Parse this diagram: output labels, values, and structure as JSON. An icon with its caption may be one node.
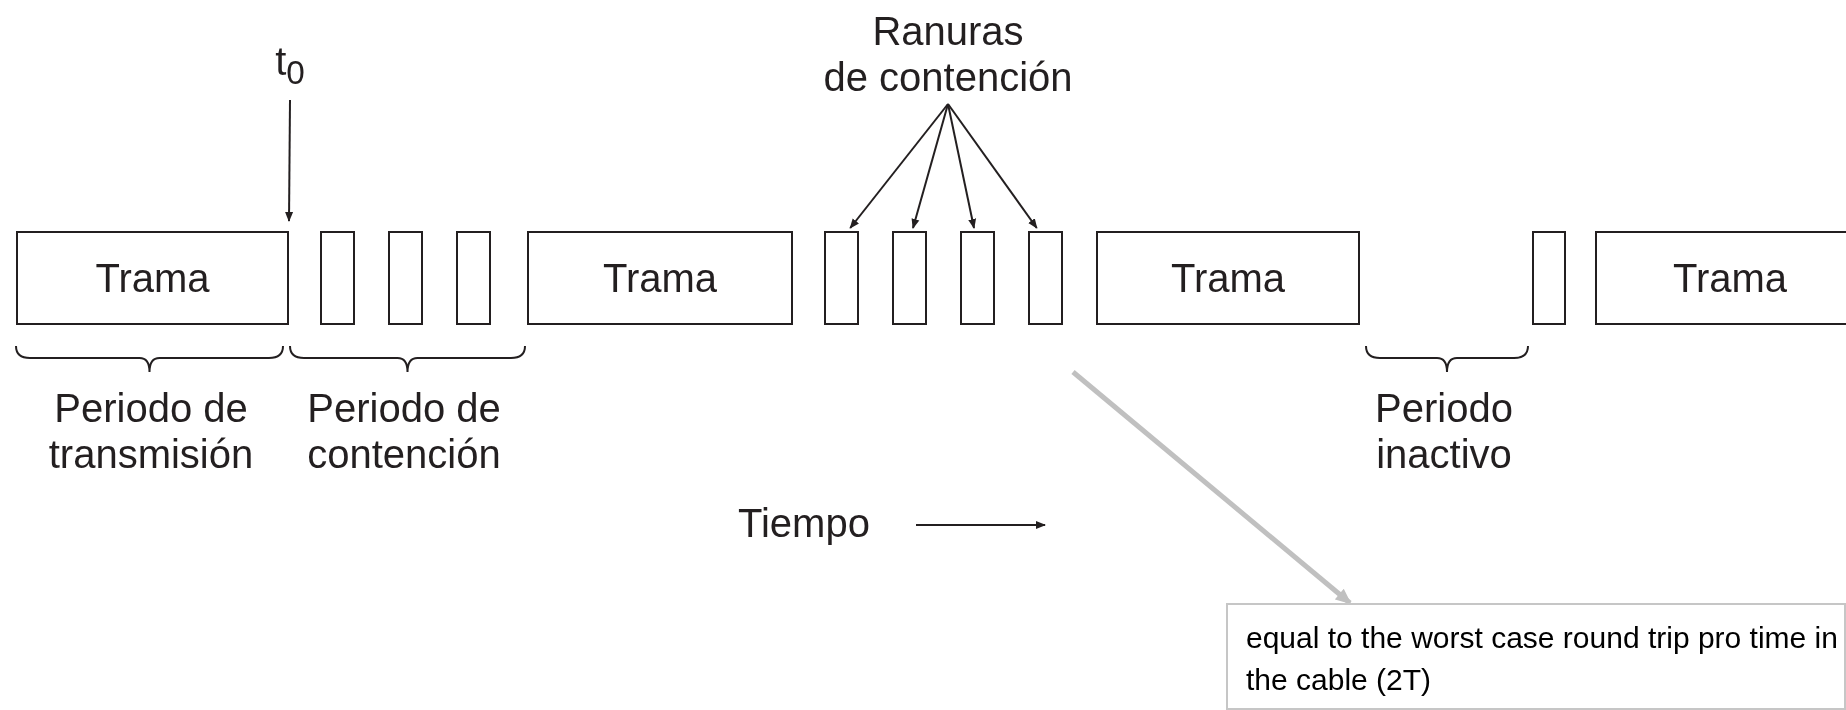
{
  "diagram": {
    "nodes": [
      {
        "text": [
          "t$_{0}$"
        ]
      },
      {
        "text": [
          "Ranuras de contención"
        ]
      },
      {
        "text": [
          "Trama"
        ]
      },
      {
        "text": [],
        "shape": "box"
      },
      {
        "text": [],
        "shape": "box"
      },
      {
        "text": [],
        "shape": "box"
      },
      {
        "text": [
          "Trama"
        ]
      },
      {
        "text": [],
        "shape": "box"
      },
      {
        "text": [],
        "shape": "box"
      },
      {
        "text": [],
        "shape": "box"
      },
      {
        "text": [],
        "shape": "box"
      },
      {
        "text": [
          "Trama"
        ]
      },
      {
        "text": [],
        "shape": "box"
      },
      {
        "text": [
          "Trama"
        ]
      },
      {
        "text": [
          "equal to the worst case round trip pro time in the cable (2T)"
        ]
      }
    ],
    "edges": [
      {
        "from": 0,
        "to": 2,
        "arrow": "to"
      },
      {
        "from": 1,
        "to": 7,
        "arrow": "to"
      },
      {
        "from": 1,
        "to": 8,
        "arrow": "to"
      },
      {
        "from": 1,
        "to": 9,
        "arrow": "to"
      },
      {
        "from": 1,
        "to": 10,
        "arrow": "to"
      },
      {
        "from": null,
        "to": 14,
        "arrow": "to",
        "style": "thick",
        "color": "#c0c0c0"
      }
    ],
    "labels": [
      "Periodo de transmisión",
      "Periodo de contención",
      "Periodo inactivo",
      "Tiempo"
    ]
  }
}
